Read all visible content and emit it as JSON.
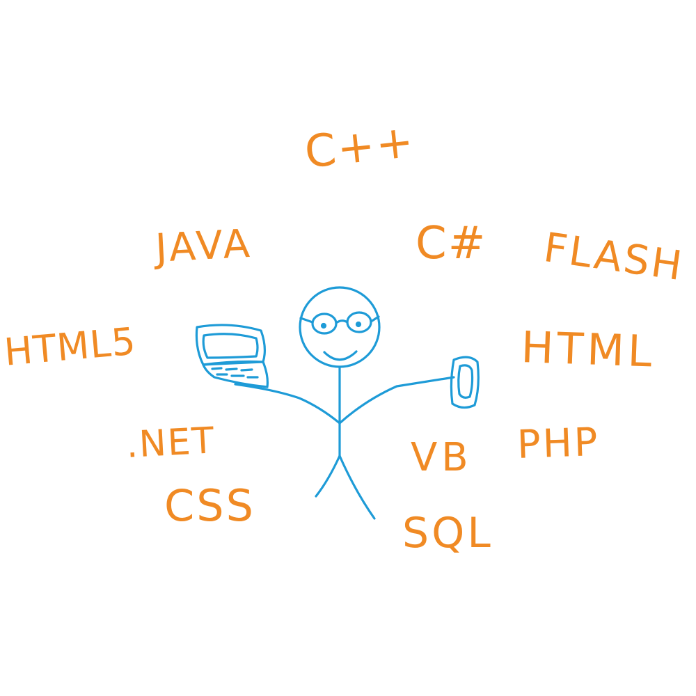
{
  "colors": {
    "words": "#f08a24",
    "figure": "#1e9bd7",
    "background": "#ffffff"
  },
  "words": {
    "cpp": "C++",
    "java": "JAVA",
    "csharp": "C#",
    "flash": "FLASH",
    "html5": "HTML5",
    "html": "HTML",
    "dotnet": ".NET",
    "vb": "VB",
    "php": "PHP",
    "css": "CSS",
    "sql": "SQL"
  }
}
